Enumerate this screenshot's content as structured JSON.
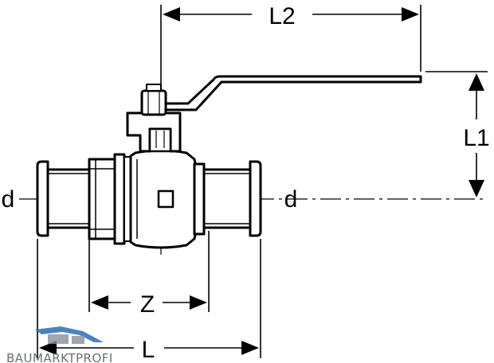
{
  "diagram": {
    "labels": {
      "l2": "L2",
      "l1": "L1",
      "d_left": "d",
      "d_right": "d",
      "z": "Z",
      "l": "L"
    }
  },
  "watermark": {
    "text": "BAUMARKTPROFI",
    "logo_colors": [
      "#2a6db5",
      "#8a8f99"
    ]
  }
}
